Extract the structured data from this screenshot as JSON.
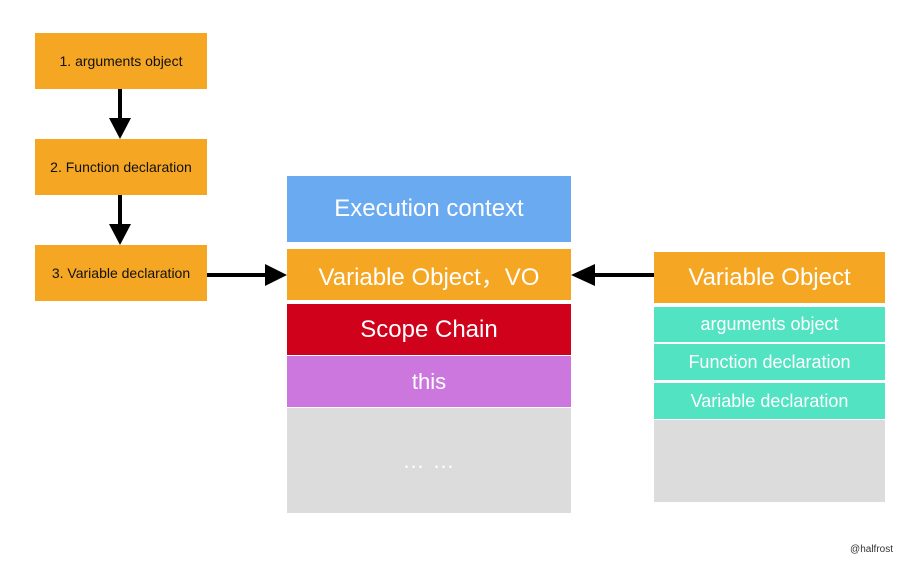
{
  "left_steps": [
    {
      "label": "1. arguments object"
    },
    {
      "label": "2. Function declaration"
    },
    {
      "label": "3. Variable declaration"
    }
  ],
  "execution_context": {
    "header": "Execution context",
    "variable_object": "Variable Object，VO",
    "scope_chain": "Scope Chain",
    "this": "this",
    "more": "… …"
  },
  "variable_object_panel": {
    "title": "Variable Object",
    "items": [
      {
        "label": "arguments object"
      },
      {
        "label": "Function declaration"
      },
      {
        "label": "Variable declaration"
      }
    ]
  },
  "credit": "@halfrost",
  "colors": {
    "orange": "#f5a623",
    "blue": "#6aaaf0",
    "red": "#d0021b",
    "purple": "#cc77dd",
    "gray": "#dcdcdc",
    "teal": "#52e3c2"
  }
}
